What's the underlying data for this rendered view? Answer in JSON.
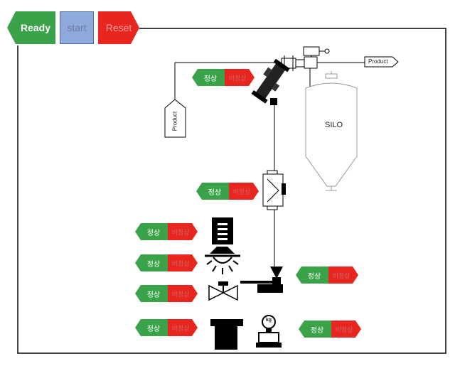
{
  "toolbar": {
    "ready_label": "Ready",
    "start_label": "start",
    "reset_label": "Reset"
  },
  "colors": {
    "ready": "#3aa34a",
    "start": "#8ea9db",
    "reset": "#e8251f",
    "normal": "#3aa34a",
    "abnormal": "#e8251f",
    "line": "#000000"
  },
  "diagram": {
    "silo_label": "SILO",
    "product_right_label": "Product",
    "product_left_label": "Product"
  },
  "status": {
    "normal_label": "정상",
    "abnormal_label": "비정상"
  },
  "icons": {
    "silo": "silo-icon",
    "filter": "filter-icon",
    "sensor": "level-sensor-icon",
    "display": "display-panel-icon",
    "lamp": "lamp-icon",
    "valve": "valve-icon",
    "weight": "weight-icon",
    "scale": "scale-kg-icon"
  },
  "scale_unit": "kg"
}
